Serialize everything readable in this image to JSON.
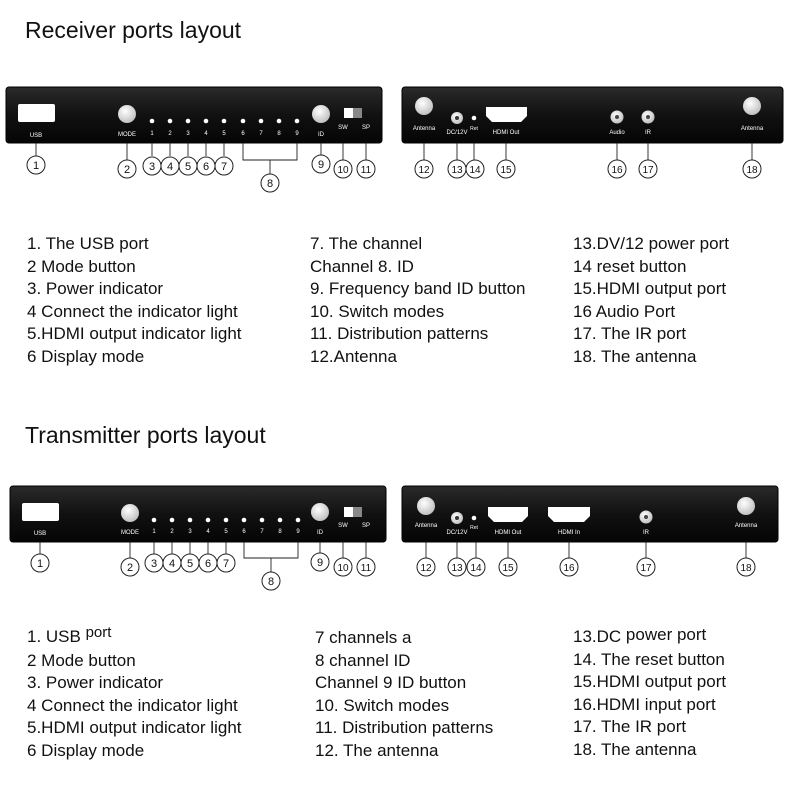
{
  "receiver": {
    "title": "Receiver ports layout",
    "front_panel": {
      "usb_label": "USB",
      "mode_label": "MODE",
      "led_labels": [
        "1",
        "2",
        "3",
        "4",
        "5",
        "6",
        "7",
        "8",
        "9"
      ],
      "id_label": "ID",
      "sw_label": "SW",
      "sp_label": "SP"
    },
    "back_panel": {
      "antenna_left_label": "Antenna",
      "dc_label": "DC/12V",
      "ret_label": "Ret",
      "hdmi_out_label": "HDMI Out",
      "audio_label": "Audio",
      "ir_label": "IR",
      "antenna_right_label": "Antenna"
    },
    "callouts": [
      "1",
      "2",
      "3",
      "4",
      "5",
      "6",
      "7",
      "8",
      "9",
      "10",
      "11",
      "12",
      "13",
      "14",
      "15",
      "16",
      "17",
      "18"
    ],
    "descriptions": {
      "col1": [
        "1. The USB port",
        "2 Mode button",
        "3. Power indicator",
        "4 Connect the indicator light",
        "5.HDMI output indicator light",
        "6 Display mode"
      ],
      "col2": [
        "7. The channel",
        "Channel 8. ID",
        "9. Frequency band ID button",
        "10. Switch modes",
        "11. Distribution patterns",
        "12.Antenna"
      ],
      "col3": [
        "13.DV/12 power port",
        "14 reset button",
        "15.HDMI output port",
        "16 Audio Port",
        "17. The IR port",
        "18. The antenna"
      ]
    }
  },
  "transmitter": {
    "title": "Transmitter ports layout",
    "front_panel": {
      "usb_label": "USB",
      "mode_label": "MODE",
      "led_labels": [
        "1",
        "2",
        "3",
        "4",
        "5",
        "6",
        "7",
        "8",
        "9"
      ],
      "id_label": "ID",
      "sw_label": "SW",
      "sp_label": "SP"
    },
    "back_panel": {
      "antenna_left_label": "Antenna",
      "dc_label": "DC/12V",
      "ret_label": "Ret",
      "hdmi_out_label": "HDMI Out",
      "hdmi_in_label": "HDMI In",
      "ir_label": "IR",
      "antenna_right_label": "Antenna"
    },
    "callouts": [
      "1",
      "2",
      "3",
      "4",
      "5",
      "6",
      "7",
      "8",
      "9",
      "10",
      "11",
      "12",
      "13",
      "14",
      "15",
      "16",
      "17",
      "18"
    ],
    "descriptions": {
      "col1_first_main": "1. USB ",
      "col1_first_sup": "port",
      "col1": [
        "2 Mode button",
        "3. Power indicator",
        "4 Connect the indicator light",
        "5.HDMI output indicator light",
        "6 Display mode"
      ],
      "col2": [
        "7 channels a",
        "8 channel ID",
        "Channel 9 ID button",
        "10. Switch modes",
        "11. Distribution patterns",
        "12. The antenna"
      ],
      "col3_first_main": "13.DC ",
      "col3_first_sup": "power port",
      "col3": [
        "14. The reset button",
        "15.HDMI output port",
        "16.HDMI input port",
        "17. The IR port",
        "18. The antenna"
      ]
    }
  }
}
